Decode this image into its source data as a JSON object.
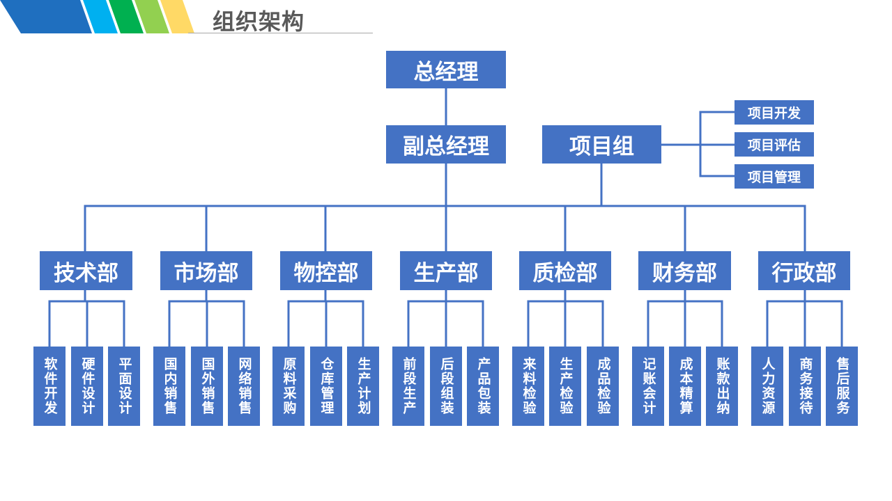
{
  "page": {
    "title": "组织架构"
  },
  "header": {
    "stripe_colors": [
      "#1f6fbf",
      "#00b0f0",
      "#00b050",
      "#92d050",
      "#ffd966"
    ],
    "rule_color": "#a6a6a6"
  },
  "org_chart": {
    "box_color": "#4472c4",
    "line_color": "#4472c4",
    "root": "总经理",
    "deputy": "副总经理",
    "project_group": {
      "label": "项目组",
      "items": [
        "项目开发",
        "项目评估",
        "项目管理"
      ]
    },
    "departments": [
      {
        "label": "技术部",
        "subs": [
          "软件开发",
          "硬件设计",
          "平面设计"
        ]
      },
      {
        "label": "市场部",
        "subs": [
          "国内销售",
          "国外销售",
          "网络销售"
        ]
      },
      {
        "label": "物控部",
        "subs": [
          "原料采购",
          "仓库管理",
          "生产计划"
        ]
      },
      {
        "label": "生产部",
        "subs": [
          "前段生产",
          "后段组装",
          "产品包装"
        ]
      },
      {
        "label": "质检部",
        "subs": [
          "来料检验",
          "生产检验",
          "成品检验"
        ]
      },
      {
        "label": "财务部",
        "subs": [
          "记账会计",
          "成本精算",
          "账款出纳"
        ]
      },
      {
        "label": "行政部",
        "subs": [
          "人力资源",
          "商务接待",
          "售后服务"
        ]
      }
    ]
  }
}
